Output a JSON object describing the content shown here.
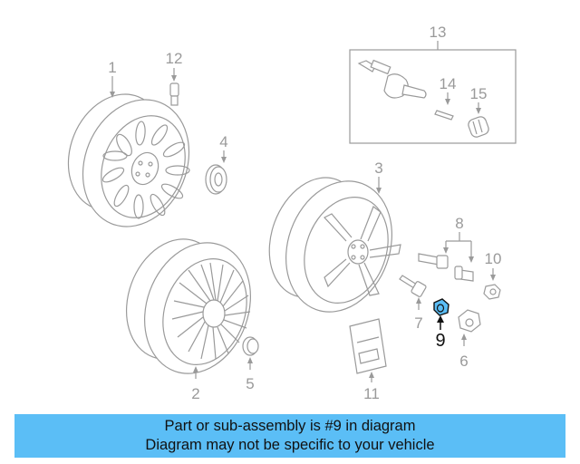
{
  "callouts": {
    "c1": "1",
    "c2": "2",
    "c3": "3",
    "c4": "4",
    "c5": "5",
    "c6": "6",
    "c7": "7",
    "c8": "8",
    "c9": "9",
    "c10": "10",
    "c11": "11",
    "c12": "12",
    "c13": "13",
    "c14": "14",
    "c15": "15"
  },
  "highlighted_part": "9",
  "highlight_color": "#5bbef6",
  "banner": {
    "line1": "Part or sub-assembly is #9 in diagram",
    "line2": "Diagram may not be specific to your vehicle",
    "background": "#5bbef6"
  }
}
